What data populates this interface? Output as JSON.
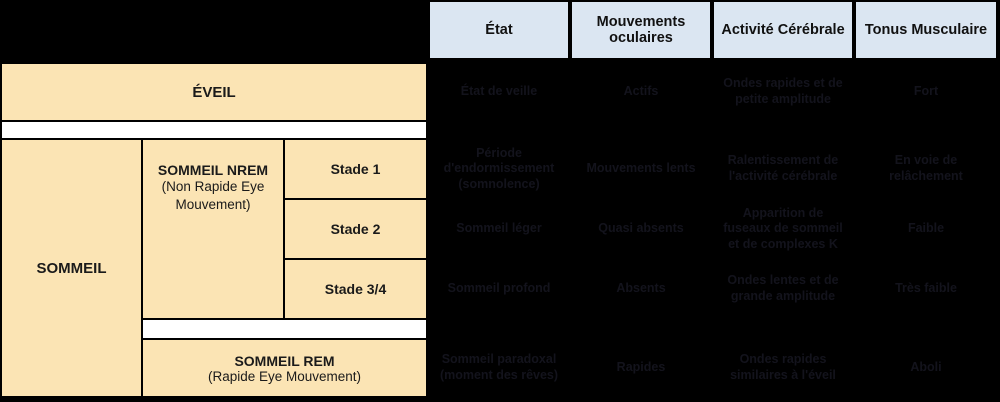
{
  "colors": {
    "background": "#000000",
    "cell_beige": "#FBE4B4",
    "header_blue": "#DBE6F2",
    "separator_white": "#FFFFFF",
    "faint_body_text": "#13131C"
  },
  "columns": {
    "etat": "État",
    "mouvements": "Mouvements oculaires",
    "activite": "Activité Cérébrale",
    "tonus": "Tonus Musculaire"
  },
  "left_panel": {
    "eveil": "ÉVEIL",
    "sommeil": "SOMMEIL",
    "nrem_title": "SOMMEIL NREM",
    "nrem_subtitle": "(Non Rapide Eye Mouvement)",
    "stade1": "Stade 1",
    "stade2": "Stade 2",
    "stade34": "Stade 3/4",
    "rem_title": "SOMMEIL REM",
    "rem_subtitle": "(Rapide Eye Mouvement)"
  },
  "rows": [
    {
      "label": "ÉVEIL",
      "etat": "État de veille",
      "mouvements": "Actifs",
      "activite": "Ondes rapides et de petite amplitude",
      "tonus": "Fort"
    },
    {
      "label": "Stade 1",
      "etat": "Période d'endormissement (somnolence)",
      "mouvements": "Mouvements lents",
      "activite": "Ralentissement de l'activité cérébrale",
      "tonus": "En voie de relâchement"
    },
    {
      "label": "Stade 2",
      "etat": "Sommeil léger",
      "mouvements": "Quasi absents",
      "activite": "Apparition de fuseaux de sommeil et de complexes K",
      "tonus": "Faible"
    },
    {
      "label": "Stade 3/4",
      "etat": "Sommeil profond",
      "mouvements": "Absents",
      "activite": "Ondes lentes et de grande amplitude",
      "tonus": "Très faible"
    },
    {
      "label": "SOMMEIL REM",
      "etat": "Sommeil paradoxal (moment des rêves)",
      "mouvements": "Rapides",
      "activite": "Ondes rapides similaires à l'éveil",
      "tonus": "Aboli"
    }
  ]
}
